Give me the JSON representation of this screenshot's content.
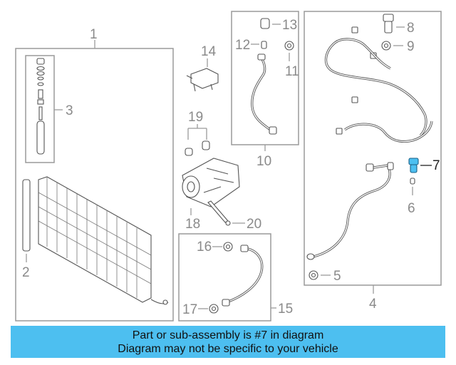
{
  "callouts": {
    "c1": "1",
    "c2": "2",
    "c3": "3",
    "c4": "4",
    "c5": "5",
    "c6": "6",
    "c7": "7",
    "c8": "8",
    "c9": "9",
    "c10": "10",
    "c11": "11",
    "c12": "12",
    "c13": "13",
    "c14": "14",
    "c15": "15",
    "c16": "16",
    "c17": "17",
    "c18": "18",
    "c19": "19",
    "c20": "20"
  },
  "highlight_part": "7",
  "colors": {
    "highlight": "#4dbff0",
    "banner": "#4dbff0",
    "lines": "#9a9a9a"
  },
  "banner": {
    "line1": "Part or sub-assembly is #7 in diagram",
    "line2": "Diagram may not be specific to your vehicle"
  }
}
